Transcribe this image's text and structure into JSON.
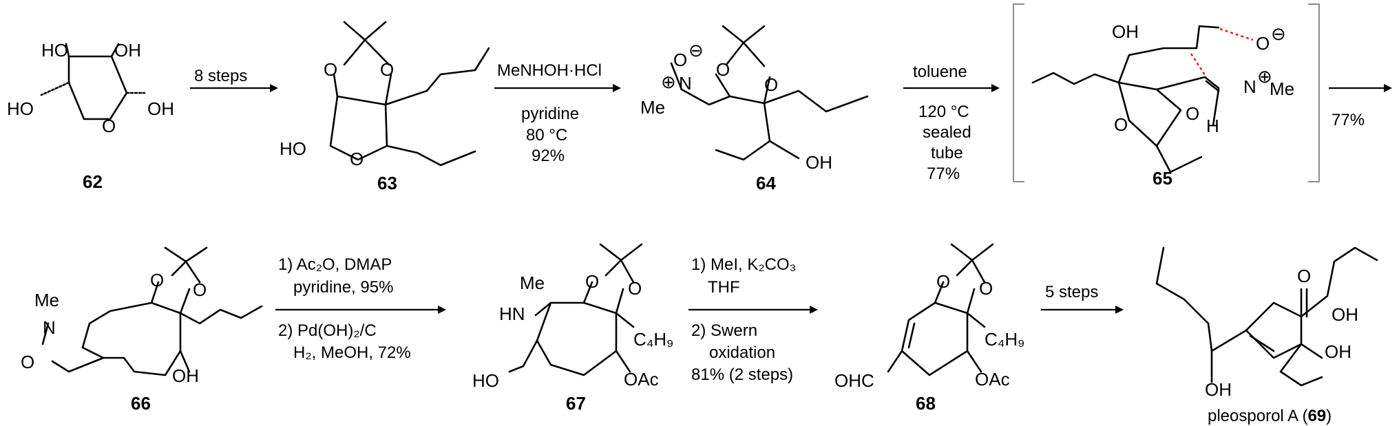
{
  "compounds": {
    "c62": "62",
    "c63": "63",
    "c64": "64",
    "c65": "65",
    "c66": "66",
    "c67": "67",
    "c68": "68",
    "c69_prefix": "pleosporol A (",
    "c69_num": "69",
    "c69_suffix": ")"
  },
  "reactions": {
    "r1": {
      "line1": "8 steps"
    },
    "r2": {
      "line1": "MeNHOH·HCl",
      "line2": "pyridine",
      "line3": "80 °C",
      "line4": "92%"
    },
    "r3": {
      "line1": "toluene",
      "line2": "120 °C",
      "line3": "sealed",
      "line4": "tube",
      "line5": "77%"
    },
    "r4": {
      "line1": "77%"
    },
    "r5": {
      "line1": "1) Ac₂O, DMAP",
      "line2": "pyridine, 95%",
      "line3": "2) Pd(OH)₂/C",
      "line4": "H₂, MeOH, 72%"
    },
    "r6": {
      "line1": "1) MeI, K₂CO₃",
      "line2": "THF",
      "line3": "2) Swern",
      "line4": "oxidation",
      "line5": "81% (2 steps)"
    },
    "r7": {
      "line1": "5 steps"
    }
  },
  "atoms": {
    "OH": "OH",
    "HO": "HO",
    "O": "O",
    "N": "N",
    "H": "H",
    "HN": "HN",
    "Me": "Me",
    "OAc": "OAc",
    "OHC": "OHC",
    "C4H9": "C₄H₉",
    "minus": "⊖",
    "plus": "⊕"
  }
}
